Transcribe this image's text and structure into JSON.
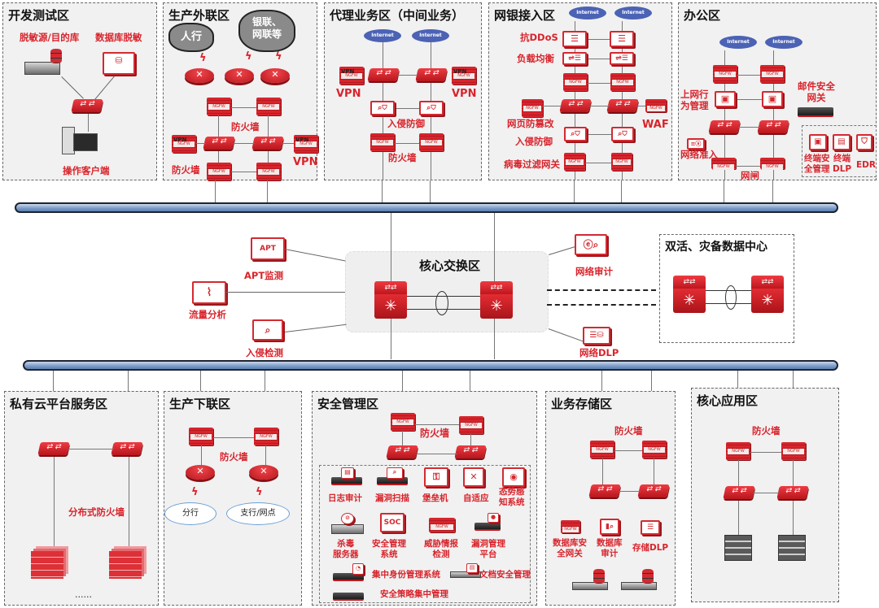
{
  "diagram": {
    "zones": {
      "dev_test": {
        "title": "开发测试区",
        "labels": {
          "source_db": "脱敏源/目的库",
          "db_masking": "数据库脱敏",
          "client": "操作客户端"
        }
      },
      "prod_external": {
        "title": "生产外联区",
        "clouds": {
          "pboc": "人行",
          "unionpay": "银联、\n网联等"
        },
        "labels": {
          "firewall_top": "防火墙",
          "firewall_bottom": "防火墙",
          "vpn_right": "VPN"
        },
        "device_text": {
          "vpn_left": "VPN",
          "vpn_right": "VPN"
        }
      },
      "agency": {
        "title": "代理业务区（中间业务）",
        "clouds": [
          "Internet",
          "Internet"
        ],
        "labels": {
          "vpn_left": "VPN",
          "vpn_right": "VPN",
          "ips": "入侵防御",
          "firewall": "防火墙"
        },
        "device_text": {
          "vpn_left": "VPN",
          "vpn_right": "VPN"
        }
      },
      "ebank": {
        "title": "网银接入区",
        "clouds": [
          "Internet",
          "Internet"
        ],
        "labels": {
          "anti_ddos": "抗DDoS",
          "load_balance": "负载均衡",
          "web_tamper": "网页防篡改",
          "waf": "WAF",
          "ips": "入侵防御",
          "av_gateway": "病毒过滤网关"
        }
      },
      "office": {
        "title": "办公区",
        "clouds": [
          "Internet",
          "Internet"
        ],
        "labels": {
          "behavior": "上网行\n为管理",
          "mail_gw": "邮件安全\n网关",
          "nac": "网络准入",
          "gap": "网闸",
          "endpoint_mgmt": "终端安\n全管理",
          "endpoint_dlp": "终端\nDLP",
          "edr": "EDR"
        }
      },
      "core": {
        "title": "核心交换区",
        "labels": {
          "apt": "APT监测",
          "flow": "流量分析",
          "ids": "入侵检测",
          "audit": "网络审计",
          "ndlp": "网络DLP"
        }
      },
      "dr": {
        "title": "双活、灾备数据中心"
      },
      "private_cloud": {
        "title": "私有云平台服务区",
        "labels": {
          "dist_fw": "分布式防火墙",
          "ellipsis": "……"
        }
      },
      "prod_internal": {
        "title": "生产下联区",
        "labels": {
          "firewall": "防火墙"
        },
        "clouds": {
          "branch": "分行",
          "sub_branch": "支行/网点"
        }
      },
      "sec_mgmt": {
        "title": "安全管理区",
        "labels": {
          "firewall": "防火墙"
        },
        "tools": [
          {
            "label": "日志审计"
          },
          {
            "label": "漏洞扫描"
          },
          {
            "label": "堡垒机"
          },
          {
            "label": "自适应"
          },
          {
            "label": "态势感\n知系统"
          },
          {
            "label": "杀毒\n服务器"
          },
          {
            "label": "安全管理\n系统",
            "icon_text": "SOC"
          },
          {
            "label": "威胁情报\n检测"
          },
          {
            "label": "漏洞管理\n平台"
          },
          {
            "label": "集中身份管理系统"
          },
          {
            "label": "文档安全管理"
          },
          {
            "label": "安全策略集中管理"
          }
        ]
      },
      "storage": {
        "title": "业务存储区",
        "labels": {
          "firewall": "防火墙",
          "db_gw": "数据库安\n全网关",
          "db_audit": "数据库\n审计",
          "storage_dlp": "存储DLP"
        }
      },
      "core_app": {
        "title": "核心应用区",
        "labels": {
          "firewall": "防火墙"
        }
      }
    },
    "colors": {
      "accent_red": "#d8242c",
      "bus_blue": "#7f9fc8",
      "zone_bg": "#f1f1f1",
      "internet_cloud": "#4b62b5"
    }
  }
}
